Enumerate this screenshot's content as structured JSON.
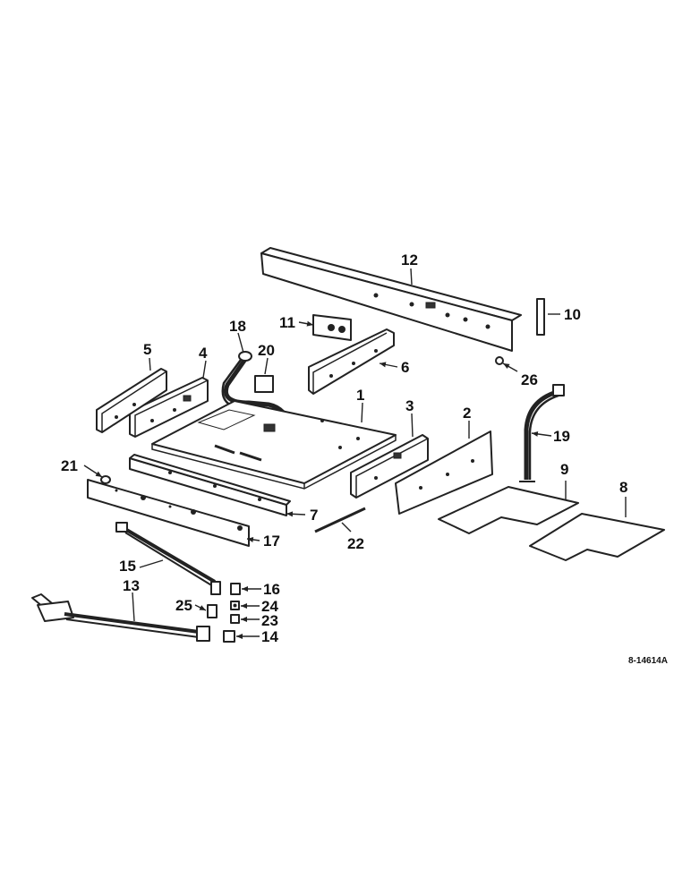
{
  "labels": {
    "l1": "1",
    "l2": "2",
    "l3": "3",
    "l4": "4",
    "l5": "5",
    "l6": "6",
    "l7": "7",
    "l8": "8",
    "l9": "9",
    "l10": "10",
    "l11": "11",
    "l12": "12",
    "l13": "13",
    "l14": "14",
    "l15": "15",
    "l16": "16",
    "l17": "17",
    "l18": "18",
    "l19": "19",
    "l20": "20",
    "l21": "21",
    "l22": "22",
    "l23": "23",
    "l24": "24",
    "l25": "25",
    "l26": "26"
  },
  "drawing_ref": "8-14614A"
}
